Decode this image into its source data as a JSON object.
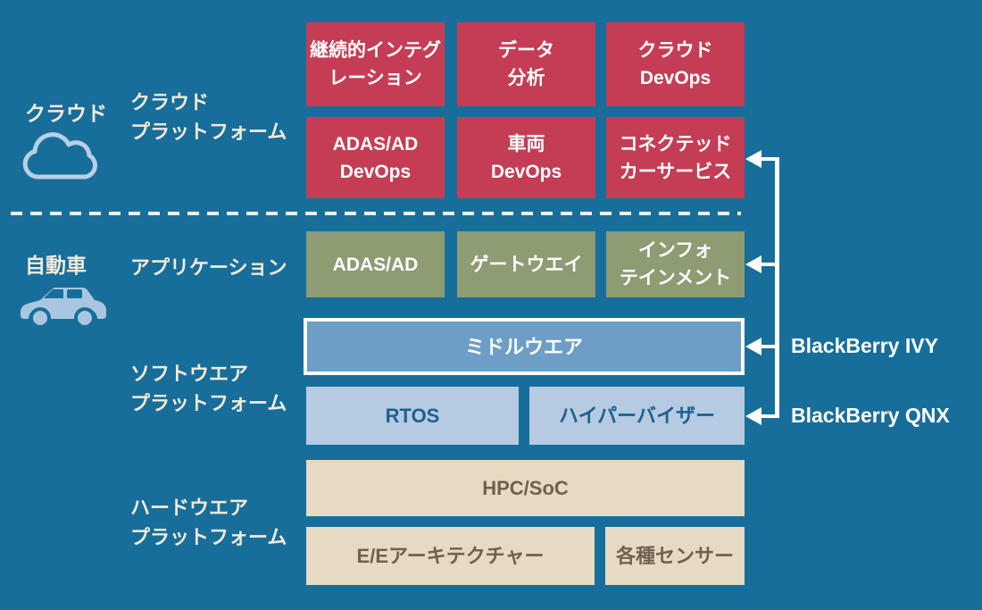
{
  "colors": {
    "background": "#176e9a",
    "cloud_box": "#c53d55",
    "application_box": "#8d9c73",
    "middleware_box": "#6e9ec5",
    "os_box": "#b6cae2",
    "hardware_box": "#e6dac2",
    "connector": "#ffffff",
    "os_text": "#1c6190",
    "hardware_text": "#6e6154",
    "label_text": "#f2ead9"
  },
  "left_column": {
    "cloud_label": "クラウド",
    "cloud_icon": "cloud-outline",
    "automobile_label": "自動車",
    "car_icon": "car-silhouette"
  },
  "row_labels": {
    "cloud_platform": "クラウド\nプラットフォーム",
    "application": "アプリケーション",
    "software_platform": "ソフトウエア\nプラットフォーム",
    "hardware_platform": "ハードウエア\nプラットフォーム"
  },
  "cloud_platform_boxes": [
    {
      "label": "継続的インテグ\nレーション"
    },
    {
      "label": "データ\n分析"
    },
    {
      "label": "クラウド\nDevOps"
    },
    {
      "label": "ADAS/AD\nDevOps"
    },
    {
      "label": "車両\nDevOps"
    },
    {
      "label": "コネクテッド\nカーサービス"
    }
  ],
  "application_boxes": [
    {
      "label": "ADAS/AD"
    },
    {
      "label": "ゲートウエイ"
    },
    {
      "label": "インフォ\nテインメント"
    }
  ],
  "software_platform_boxes": {
    "middleware": "ミドルウエア",
    "rtos": "RTOS",
    "hypervisor": "ハイパーバイザー"
  },
  "hardware_platform_boxes": {
    "hpc_soc": "HPC/SoC",
    "ee_architecture": "E/Eアーキテクチャー",
    "sensors": "各種センサー"
  },
  "annotations": {
    "ivy": "BlackBerry IVY",
    "qnx": "BlackBerry QNX"
  }
}
